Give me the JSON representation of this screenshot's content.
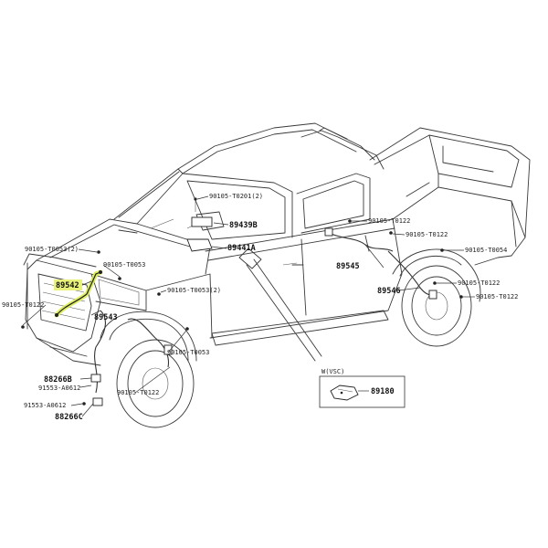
{
  "callouts": {
    "c89542": "89542",
    "c89543": "89543",
    "c88266b": "88266B",
    "c88266c": "88266C",
    "c91553a": "91553-A0612",
    "c91553b": "91553-A0612",
    "c90105_t0053_2a": "90105-T0053(2)",
    "c90105_t0053_a": "90105-T0053",
    "c90105_t0122_a": "90105-T0122",
    "c90105_t0053_2b": "90105-T0053(2)",
    "c90105_t0053_b": "90105-T0053",
    "c90105_t0122_b": "90105-T0122",
    "c90105_t0201_2": "90105-T0201(2)",
    "c89439b": "89439B",
    "c89441a": "89441A",
    "c90105_t0122_c": "90105-T0122",
    "c90105_t0122_d": "90105-T0122",
    "c89545": "89545",
    "c90105_t0054": "90105-T0054",
    "c89546": "89546",
    "c90105_t0122_e": "90105-T0122",
    "c90105_t0122_f": "90105-T0122",
    "vsc_title": "W(VSC)",
    "c89180": "89180"
  },
  "highlight_color": "#e8f27a"
}
